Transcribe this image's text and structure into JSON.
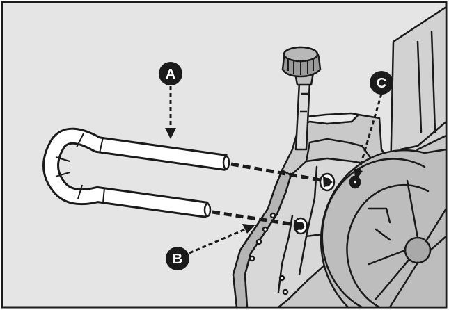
{
  "figure": {
    "background": "#e5e5e5",
    "frame_color": "#1a1a1a",
    "line_color": "#1a1a1a",
    "callout_fill": "#1a1a1a",
    "callout_text_color": "#ffffff"
  },
  "callouts": {
    "a": {
      "letter": "A",
      "target": "u-shaped-tube"
    },
    "b": {
      "letter": "B",
      "target": "lower-tube-connector"
    },
    "c": {
      "letter": "C",
      "target": "upper-tube-connector"
    }
  }
}
